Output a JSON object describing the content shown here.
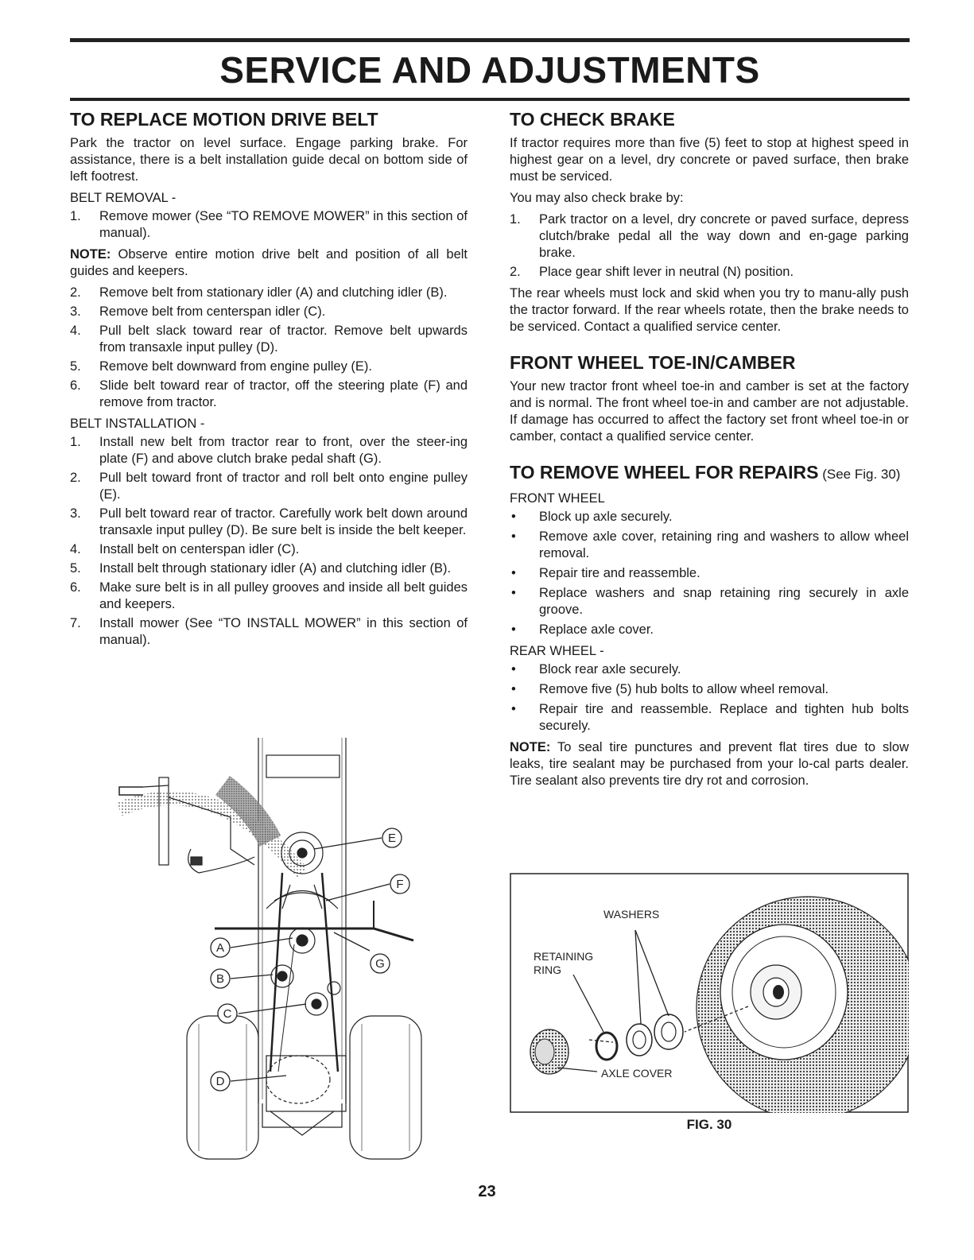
{
  "page": {
    "title": "SERVICE AND ADJUSTMENTS",
    "page_number": "23"
  },
  "left": {
    "heading": "TO REPLACE MOTION DRIVE BELT",
    "intro": "Park the tractor on level surface. Engage parking brake. For assistance, there is a belt installation guide decal on bottom side of left footrest.",
    "removal_label": "BELT REMOVAL -",
    "removal_step1": {
      "num": "1.",
      "text": "Remove mower (See “TO REMOVE MOWER” in this section of manual)."
    },
    "note_label": "NOTE:",
    "note_text": " Observe entire motion drive belt and position of all belt guides and keepers.",
    "removal_steps": [
      {
        "num": "2.",
        "text": "Remove belt from stationary idler (A) and clutching idler (B)."
      },
      {
        "num": "3.",
        "text": "Remove belt from centerspan idler (C)."
      },
      {
        "num": "4.",
        "text": "Pull belt slack toward rear of tractor. Remove belt upwards from transaxle input pulley (D)."
      },
      {
        "num": "5.",
        "text": "Remove belt downward from engine pulley (E)."
      },
      {
        "num": "6.",
        "text": "Slide belt toward rear of tractor, off the steering plate (F) and remove from tractor."
      }
    ],
    "installation_label": "BELT INSTALLATION -",
    "installation_steps": [
      {
        "num": "1.",
        "text": "Install new belt from tractor rear to front, over the steer-ing plate (F) and above clutch brake pedal shaft (G)."
      },
      {
        "num": "2.",
        "text": "Pull belt toward front of tractor and roll belt onto engine pulley (E)."
      },
      {
        "num": "3.",
        "text": "Pull belt toward rear of tractor. Carefully work belt down around transaxle input pulley (D). Be sure belt is inside the belt keeper."
      },
      {
        "num": "4.",
        "text": "Install belt on centerspan idler (C)."
      },
      {
        "num": "5.",
        "text": "Install belt through stationary idler (A) and clutching idler (B)."
      },
      {
        "num": "6.",
        "text": "Make sure belt is in all pulley grooves and inside all belt guides and keepers."
      },
      {
        "num": "7.",
        "text": "Install mower (See “TO INSTALL MOWER” in this section of manual)."
      }
    ],
    "diagram_labels": {
      "a": "A",
      "b": "B",
      "c": "C",
      "d": "D",
      "e": "E",
      "f": "F",
      "g": "G"
    }
  },
  "right": {
    "brake_heading": "TO CHECK BRAKE",
    "brake_intro": "If tractor requires more than five (5) feet to stop at highest speed in highest gear on a level, dry concrete or paved surface, then brake must be serviced.",
    "brake_also": "You may also check brake by:",
    "brake_steps": [
      {
        "num": "1.",
        "text": "Park tractor on a level, dry concrete or paved surface, depress clutch/brake pedal all the way down and en-gage parking brake."
      },
      {
        "num": "2.",
        "text": "Place gear shift lever in neutral (N) position."
      }
    ],
    "brake_outro": "The rear wheels must lock and skid when you try to manu-ally push the tractor forward. If the rear wheels rotate, then the brake needs to be serviced. Contact a qualified service center.",
    "toe_heading": "FRONT WHEEL TOE-IN/CAMBER",
    "toe_text": "Your new tractor front wheel toe-in and camber is set at the factory and is normal. The front wheel toe-in and camber are not adjustable. If damage has occurred to affect the factory set front wheel toe-in or camber, contact a qualified service center.",
    "wheel_heading": "TO REMOVE WHEEL FOR REPAIRS",
    "wheel_heading_aside": " (See Fig. 30)",
    "front_label": "FRONT WHEEL",
    "front_bullets": [
      "Block up axle securely.",
      "Remove axle cover, retaining ring and washers to allow wheel removal.",
      "Repair tire and reassemble.",
      "Replace washers and snap retaining ring securely in axle groove.",
      "Replace axle cover."
    ],
    "rear_label": "REAR WHEEL -",
    "rear_bullets": [
      "Block rear axle securely.",
      "Remove five (5) hub bolts to allow wheel removal.",
      "Repair tire and reassemble. Replace and tighten hub bolts securely."
    ],
    "bullet_glyph": "•",
    "note_label": "NOTE:",
    "note_text": " To seal tire punctures and prevent flat tires due to slow leaks, tire sealant may be purchased from your lo-cal parts dealer. Tire sealant also prevents tire dry rot and corrosion.",
    "fig_labels": {
      "washers": "WASHERS",
      "retaining1": "RETAINING",
      "retaining2": "RING",
      "axle_cover": "AXLE COVER"
    },
    "fig_caption": "FIG. 30"
  }
}
